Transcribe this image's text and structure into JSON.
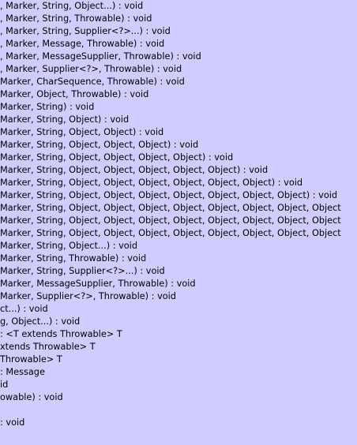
{
  "completion_list": {
    "items": [
      ", Marker, String, Object...) : void",
      ", Marker, String, Throwable) : void",
      ", Marker, String, Supplier<?>...) : void",
      ", Marker, Message, Throwable) : void",
      ", Marker, MessageSupplier, Throwable) : void",
      ", Marker, Supplier<?>, Throwable) : void",
      " Marker, CharSequence, Throwable) : void",
      " Marker, Object, Throwable) : void",
      " Marker, String) : void",
      " Marker, String, Object) : void",
      " Marker, String, Object, Object) : void",
      " Marker, String, Object, Object, Object) : void",
      " Marker, String, Object, Object, Object, Object) : void",
      " Marker, String, Object, Object, Object, Object, Object) : void",
      " Marker, String, Object, Object, Object, Object, Object, Object) : void",
      " Marker, String, Object, Object, Object, Object, Object, Object, Object) : void",
      " Marker, String, Object, Object, Object, Object, Object, Object, Object, Object",
      " Marker, String, Object, Object, Object, Object, Object, Object, Object, Object",
      " Marker, String, Object, Object, Object, Object, Object, Object, Object, Object",
      " Marker, String, Object...) : void",
      " Marker, String, Throwable) : void",
      " Marker, String, Supplier<?>...) : void",
      " Marker, MessageSupplier, Throwable) : void",
      " Marker, Supplier<?>, Throwable) : void",
      "ct...) : void",
      "g, Object...) : void",
      ": <T extends Throwable> T",
      "xtends Throwable> T",
      " Throwable> T",
      ": Message",
      "id",
      "owable) : void",
      "",
      " : void"
    ]
  }
}
